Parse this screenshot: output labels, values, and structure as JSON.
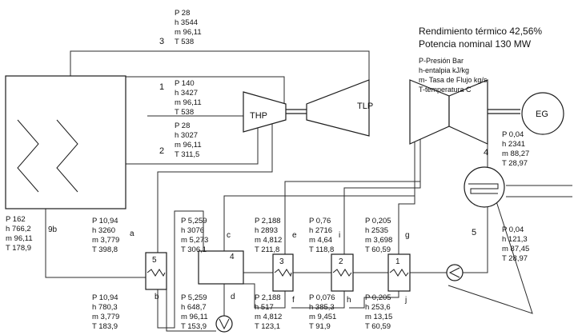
{
  "summary": {
    "efficiency": "Rendimiento térmico 42,56%",
    "power": "Potencia nominal 130 MW"
  },
  "legend": [
    "P-Presión Bar",
    "h-entalpia kJ/kg",
    "m- Tasa de Flujo kg/s",
    "T-temperatura C"
  ],
  "equipment": {
    "hp_turbine": "THP",
    "lp_turbine": "TLP",
    "generator": "EG",
    "fwh5": "5",
    "deaerator": "4",
    "fwh3": "3",
    "fwh2": "2",
    "fwh1": "1"
  },
  "state_labels": {
    "s1": "1",
    "s2": "2",
    "s3": "3",
    "s4": "4",
    "s5": "5",
    "s9b": "9b",
    "a": "a",
    "b": "b",
    "c": "c",
    "d": "d",
    "e": "e",
    "f": "f",
    "g": "g",
    "h": "h",
    "i": "i",
    "j": "j"
  },
  "states": {
    "s3": [
      "P 28",
      "h 3544",
      "m 96,11",
      "T 538"
    ],
    "s1": [
      "P 140",
      "h 3427",
      "m 96,11",
      "T  538"
    ],
    "s2": [
      "P 28",
      "h 3027",
      "m 96,11",
      "T 311,5"
    ],
    "s4": [
      "P 0,04",
      "h 2341",
      "m 88,27",
      "T 28,97"
    ],
    "s5": [
      "P 0,04",
      "h 121,3",
      "m 87,45",
      "T 28,97"
    ],
    "s9b": [
      "P 162",
      "h 766,2",
      "m 96,11",
      "T 178,9"
    ],
    "a": [
      "P 10,94",
      "h 3260",
      "m 3,779",
      "T 398,8"
    ],
    "b": [
      "P 10,94",
      "h 780,3",
      "m 3,779",
      "T 183,9"
    ],
    "c": [
      "P 5,259",
      "h 3076",
      "m 5,273",
      "T 306,1"
    ],
    "d": [
      "P 5,259",
      "h 648,7",
      "m 96,11",
      "T 153,9"
    ],
    "e": [
      "P 2,188",
      "h 2893",
      "m 4,812",
      "T 211,8"
    ],
    "f": [
      "P 2,188",
      "h 517",
      "m 4,812",
      "T 123,1"
    ],
    "i": [
      "P 0,76",
      "h 2716",
      "m 4,64",
      "T 118,8"
    ],
    "h": [
      "P 0,076",
      "h 385,3",
      "m 9,451",
      "T 91,9"
    ],
    "g": [
      "P 0,205",
      "h 2535",
      "m 3,698",
      "T 60,59"
    ],
    "j": [
      "P 0,205",
      "h 253,6",
      "m 13,15",
      "T 60,59"
    ]
  }
}
